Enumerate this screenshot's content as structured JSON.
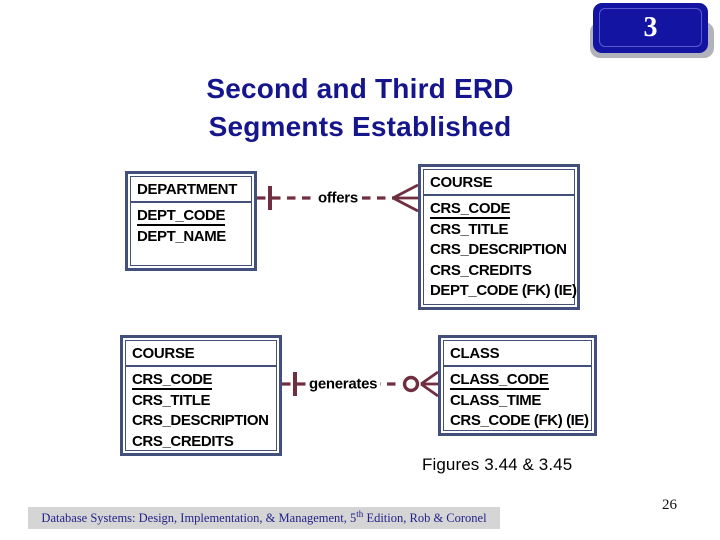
{
  "slide": {
    "number": "3",
    "page_number": "26",
    "title_line1": "Second and Third ERD",
    "title_line2": "Segments Established",
    "caption": "Figures 3.44 & 3.45"
  },
  "footer": {
    "prefix": "Database Systems: Design, Implementation, & Management, 5",
    "superscript": "th",
    "suffix": " Edition, Rob & Coronel"
  },
  "erd": {
    "offers": {
      "label": "offers",
      "left_cardinality": "one-tick",
      "right_cardinality": "many-crow-foot",
      "left": {
        "name": "DEPARTMENT",
        "attrs": [
          "DEPT_CODE",
          "DEPT_NAME"
        ],
        "primary_key": "DEPT_CODE"
      },
      "right": {
        "name": "COURSE",
        "attrs": [
          "CRS_CODE",
          "CRS_TITLE",
          "CRS_DESCRIPTION",
          "CRS_CREDITS",
          "DEPT_CODE (FK) (IE)"
        ],
        "primary_key": "CRS_CODE"
      }
    },
    "generates": {
      "label": "generates",
      "left_cardinality": "one-tick",
      "right_cardinality": "optional-many-crow-foot-circle",
      "left": {
        "name": "COURSE",
        "attrs": [
          "CRS_CODE",
          "CRS_TITLE",
          "CRS_DESCRIPTION",
          "CRS_CREDITS"
        ],
        "primary_key": "CRS_CODE"
      },
      "right": {
        "name": "CLASS",
        "attrs": [
          "CLASS_CODE",
          "CLASS_TIME",
          "CRS_CODE (FK) (IE)"
        ],
        "primary_key": "CLASS_CODE"
      }
    }
  },
  "colors": {
    "title": "#15158C",
    "entity_border": "#44507C",
    "relationship": "#702F40",
    "plaque_blue": "#1414A2",
    "footer_bar": "#D5D5D5",
    "footer_text": "#22228A"
  }
}
